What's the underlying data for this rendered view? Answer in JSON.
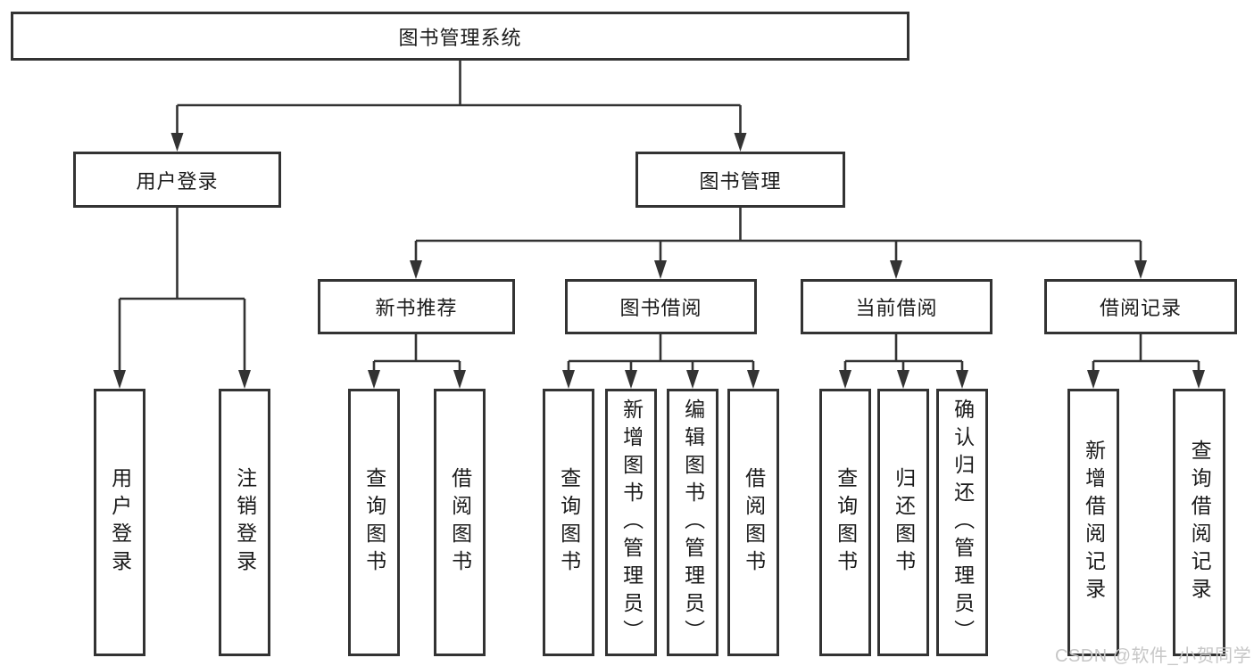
{
  "diagram": {
    "type": "hierarchy-tree",
    "title": "图书管理系统"
  },
  "tree": {
    "root": {
      "label": "图书管理系统"
    },
    "children": [
      {
        "label": "用户登录",
        "children": [
          {
            "label": "用户登录"
          },
          {
            "label": "注销登录"
          }
        ]
      },
      {
        "label": "图书管理",
        "children": [
          {
            "label": "新书推荐",
            "children": [
              {
                "label": "查询图书"
              },
              {
                "label": "借阅图书"
              }
            ]
          },
          {
            "label": "图书借阅",
            "children": [
              {
                "label": "查询图书"
              },
              {
                "label": "新增图书（管理员）"
              },
              {
                "label": "编辑图书（管理员）"
              },
              {
                "label": "借阅图书"
              }
            ]
          },
          {
            "label": "当前借阅",
            "children": [
              {
                "label": "查询图书"
              },
              {
                "label": "归还图书"
              },
              {
                "label": "确认归还（管理员）"
              }
            ]
          },
          {
            "label": "借阅记录",
            "children": [
              {
                "label": "新增借阅记录"
              },
              {
                "label": "查询借阅记录"
              }
            ]
          }
        ]
      }
    ]
  },
  "watermark": {
    "text": "CSDN @软件_小贺同学"
  },
  "colors": {
    "line": "#333333",
    "text": "#1b1b1b",
    "watermark": "#c7c7c7",
    "bg": "#ffffff"
  }
}
